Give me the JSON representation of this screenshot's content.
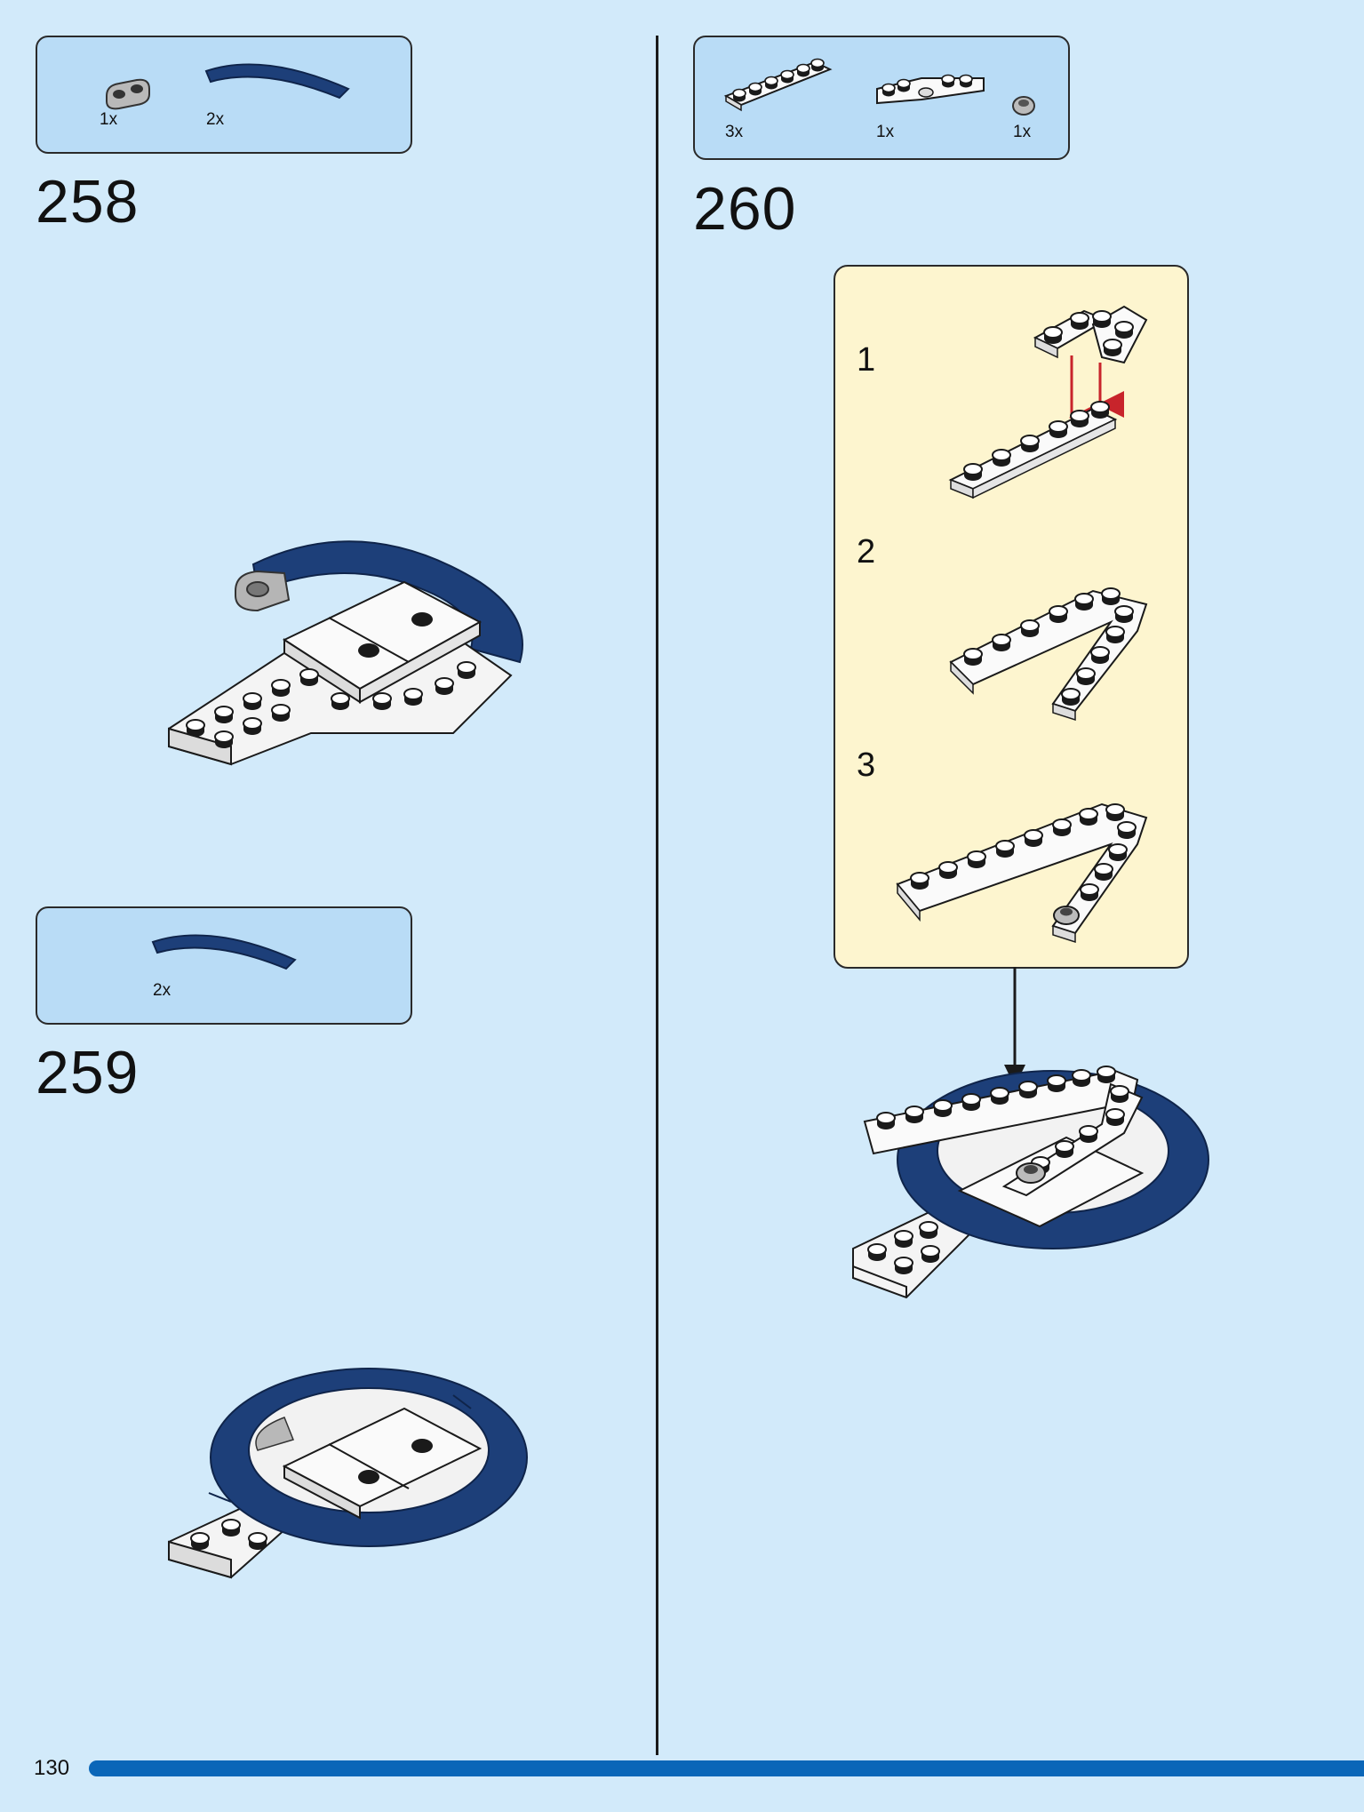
{
  "page_number": "130",
  "colors": {
    "background": "#d2eafa",
    "parts_box": "#b9dcf6",
    "sub_panel": "#fdf5cf",
    "progress_bar": "#0a66b8",
    "navy_brick": "#1d3f79",
    "arrow_red": "#c8242b"
  },
  "steps": [
    {
      "number": "258",
      "parts": [
        {
          "qty": "1x",
          "icon": "gray-round-plate-icon"
        },
        {
          "qty": "2x",
          "icon": "navy-curved-tile-icon"
        }
      ]
    },
    {
      "number": "259",
      "parts": [
        {
          "qty": "2x",
          "icon": "navy-curved-tile-icon"
        }
      ]
    },
    {
      "number": "260",
      "parts": [
        {
          "qty": "3x",
          "icon": "white-1x6-plate-icon"
        },
        {
          "qty": "1x",
          "icon": "white-hinge-plate-icon"
        },
        {
          "qty": "1x",
          "icon": "gray-round-tile-icon"
        }
      ],
      "sub_steps": [
        "1",
        "2",
        "3"
      ]
    }
  ]
}
